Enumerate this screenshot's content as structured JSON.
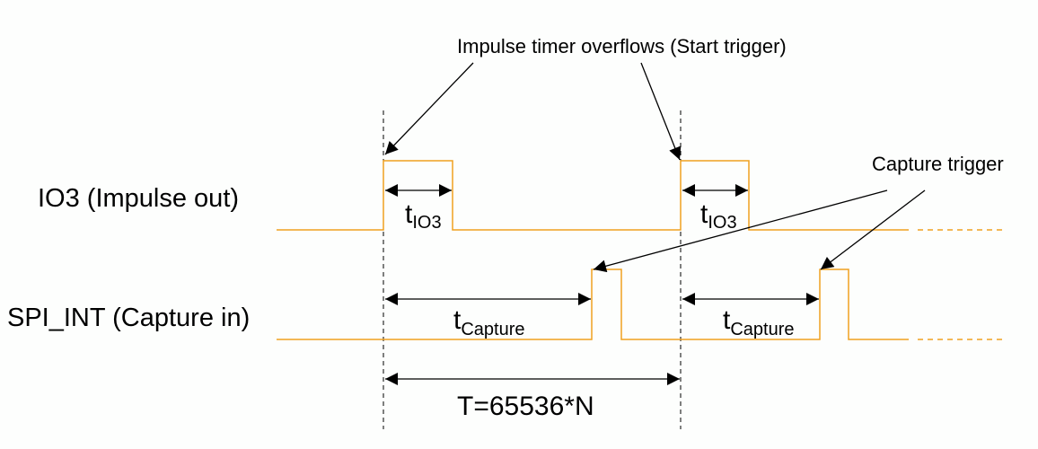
{
  "colors": {
    "signal": "#f0a020",
    "annotation": "#000000",
    "background": "#fdfefd"
  },
  "annotations": {
    "start_trigger": "Impulse timer overflows (Start trigger)",
    "capture_trigger": "Capture trigger"
  },
  "signals": [
    {
      "name": "IO3 (Impulse out)"
    },
    {
      "name": "SPI_INT (Capture in)"
    }
  ],
  "measures": {
    "t_io3_main": "t",
    "t_io3_sub": "IO3",
    "t_capture_main": "t",
    "t_capture_sub": "Capture",
    "period": "T=65536*N"
  }
}
